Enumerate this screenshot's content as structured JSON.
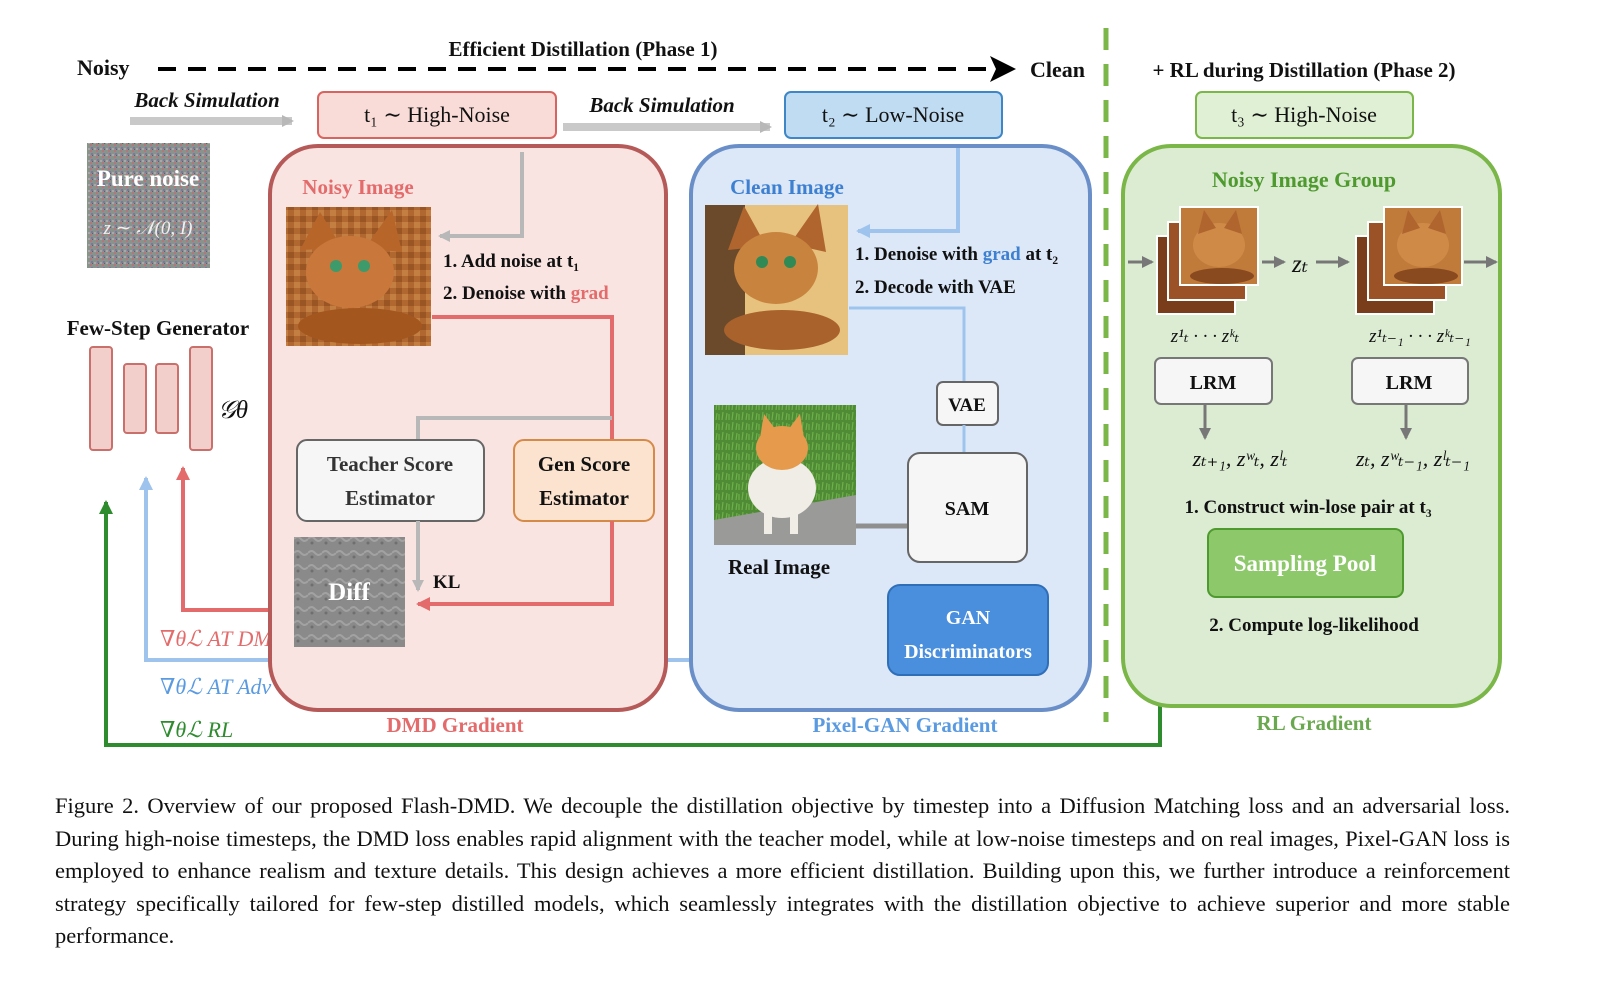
{
  "top": {
    "noisy": "Noisy",
    "phase1": "Efficient Distillation (Phase 1)",
    "clean": "Clean",
    "phase2": "+ RL during Distillation (Phase 2)",
    "back_sim_1": "Back Simulation",
    "back_sim_2": "Back Simulation",
    "t1": "t₁ ∼ High-Noise",
    "t2": "t₂ ∼ Low-Noise",
    "t3": "t₃ ∼ High-Noise"
  },
  "left": {
    "pure_noise": "Pure noise",
    "pure_noise_formula": "z ∼ 𝒩(0, I)",
    "generator_title": "Few-Step Generator",
    "generator_symbol": "𝒢θ",
    "grad_dmd": "∇θℒ AT DMD",
    "grad_adv": "∇θℒ AT Adv",
    "grad_rl": "∇θℒ RL"
  },
  "dmd": {
    "noisy_image": "Noisy Image",
    "step1": "1. Add noise at t₁",
    "step2_prefix": "2. Denoise with ",
    "step2_grad": "grad",
    "teacher_line1": "Teacher Score",
    "teacher_line2": "Estimator",
    "gen_line1": "Gen Score",
    "gen_line2": "Estimator",
    "diff": "Diff",
    "kl": "KL",
    "footer": "DMD Gradient"
  },
  "gan": {
    "clean_image": "Clean Image",
    "step1_prefix": "1. Denoise with ",
    "step1_grad": "grad",
    "step1_suffix": " at t₂",
    "step2": "2. Decode with VAE",
    "vae": "VAE",
    "sam": "SAM",
    "real_image": "Real Image",
    "disc_line1": "GAN",
    "disc_line2": "Discriminators",
    "footer": "Pixel-GAN Gradient"
  },
  "rl": {
    "group": "Noisy Image Group",
    "zt": "zₜ",
    "z_left_label": "z¹ₜ · · · zᵏₜ",
    "z_right_label": "z¹ₜ₋₁ · · · zᵏₜ₋₁",
    "lrm_left": "LRM",
    "lrm_right": "LRM",
    "out_left": "zₜ₊₁, zʷₜ, zˡₜ",
    "out_right": "zₜ, zʷₜ₋₁, zˡₜ₋₁",
    "step1": "1. Construct win-lose pair at t₃",
    "pool": "Sampling Pool",
    "step2": "2. Compute log-likelihood",
    "footer": "RL Gradient"
  },
  "caption": {
    "text": "Figure 2. Overview of our proposed Flash-DMD. We decouple the distillation objective by timestep into a Diffusion Matching loss and an adversarial loss. During high-noise timesteps, the DMD loss enables rapid alignment with the teacher model, while at low-noise timesteps and on real images, Pixel-GAN loss is employed to enhance realism and texture details. This design achieves a more efficient distillation. Building upon this, we further introduce a reinforcement strategy specifically tailored for few-step distilled models, which seamlessly integrates with the distillation objective to achieve superior and more stable performance."
  },
  "colors": {
    "dmd_red": "#e36b6b",
    "dmd_border": "#b55a58",
    "dmd_fill": "#f9e4e1",
    "gan_blue": "#3d7fd0",
    "gan_border": "#6a8fc8",
    "gan_fill": "#dce8f8",
    "rl_green": "#6aa84f",
    "rl_fill": "#dcecd3",
    "green_line": "#2e8b2e"
  }
}
